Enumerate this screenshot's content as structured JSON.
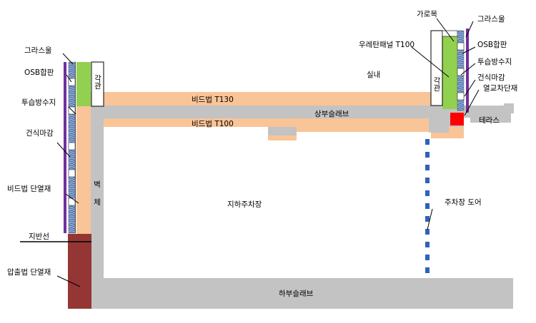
{
  "labels": {
    "left_glass_wool": "그라스울",
    "left_osb": "OSB합판",
    "left_membrane": "투습방수지",
    "left_dry_finish": "건식마감",
    "left_bead_insulation": "비드법 단열재",
    "ground_line": "지반선",
    "extruded_insulation": "압출법 단열재",
    "left_square_pipe": "각관",
    "wall_char1": "벽",
    "wall_char2": "체",
    "bead_t130": "비드법 T130",
    "upper_slab": "상부슬래브",
    "bead_t100": "비드법 T100",
    "indoor": "실내",
    "parking": "지하주차장",
    "parking_door": "주차장 도어",
    "lower_slab": "하부슬래브",
    "terrace": "테라스",
    "right_square_pipe": "각관",
    "right_lumber": "가로목",
    "right_glass_wool": "그라스울",
    "urethane_panel": "우레탄패널 T100",
    "right_osb": "OSB합판",
    "right_membrane": "투습방수지",
    "right_dry_finish": "건식마감",
    "thermal_break": "열교차단재"
  },
  "colors": {
    "concrete": "#c3c3c3",
    "bead_insulation": "#f9c497",
    "extruded_insulation": "#943634",
    "glass_wool": "#92d050",
    "dry_finish": "#7030a0",
    "osb_pattern": "#8eaadb",
    "thermal_break": "#ff0000",
    "door": "#2e64b4"
  }
}
